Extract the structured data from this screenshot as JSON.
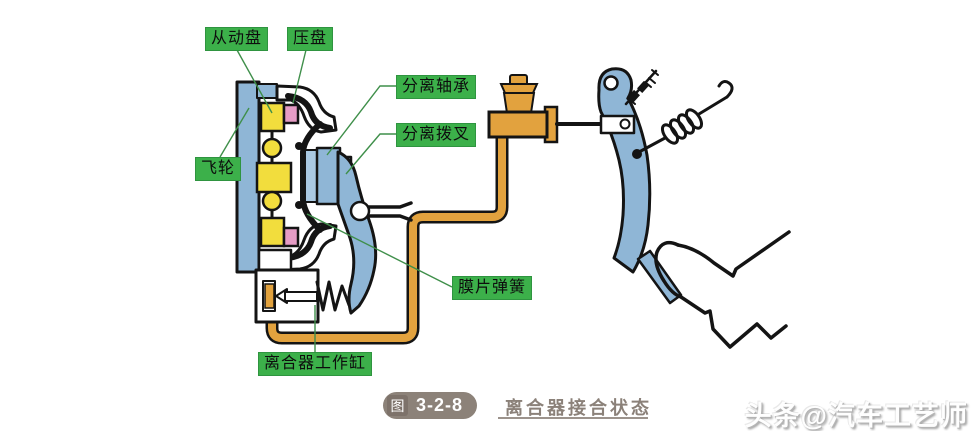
{
  "figure": {
    "labels": {
      "driven_disc": "从动盘",
      "pressure_plate": "压盘",
      "release_bearing": "分离轴承",
      "release_fork": "分离拨叉",
      "flywheel": "飞轮",
      "diaphragm_spring": "膜片弹簧",
      "slave_cylinder": "离合器工作缸"
    },
    "caption": {
      "badge_prefix": "图",
      "badge_number": "3-2-8",
      "title": "离合器接合状态"
    },
    "watermark": "头条@汽车工艺师",
    "colors": {
      "label_green": "#3cb04a",
      "leader_green": "#3f8f4a",
      "part_blue": "#8fb6d6",
      "part_blue_light": "#aac9e2",
      "disc_yellow": "#f2dd3d",
      "pressure_pink": "#e59cc5",
      "pipe_orange": "#e2a23e",
      "outline_dark": "#141414",
      "badge_gray": "#8c8279",
      "badge_gray_dark": "#7d726a",
      "caption_text": "#8b8179"
    }
  }
}
